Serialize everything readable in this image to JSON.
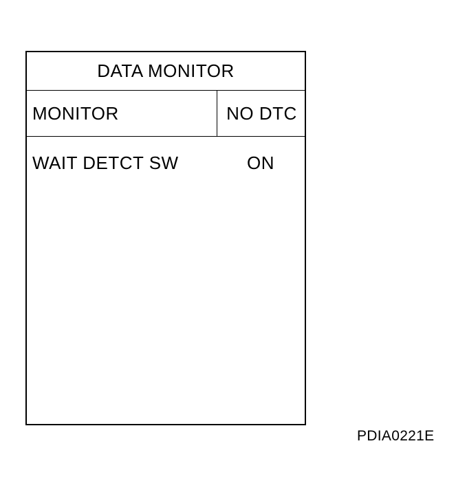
{
  "screen": {
    "title": "DATA MONITOR",
    "header": {
      "left_label": "MONITOR",
      "right_label": "NO DTC"
    },
    "rows": [
      {
        "item": "WAIT DETCT SW",
        "value": "ON"
      }
    ]
  },
  "figure_code": "PDIA0221E"
}
